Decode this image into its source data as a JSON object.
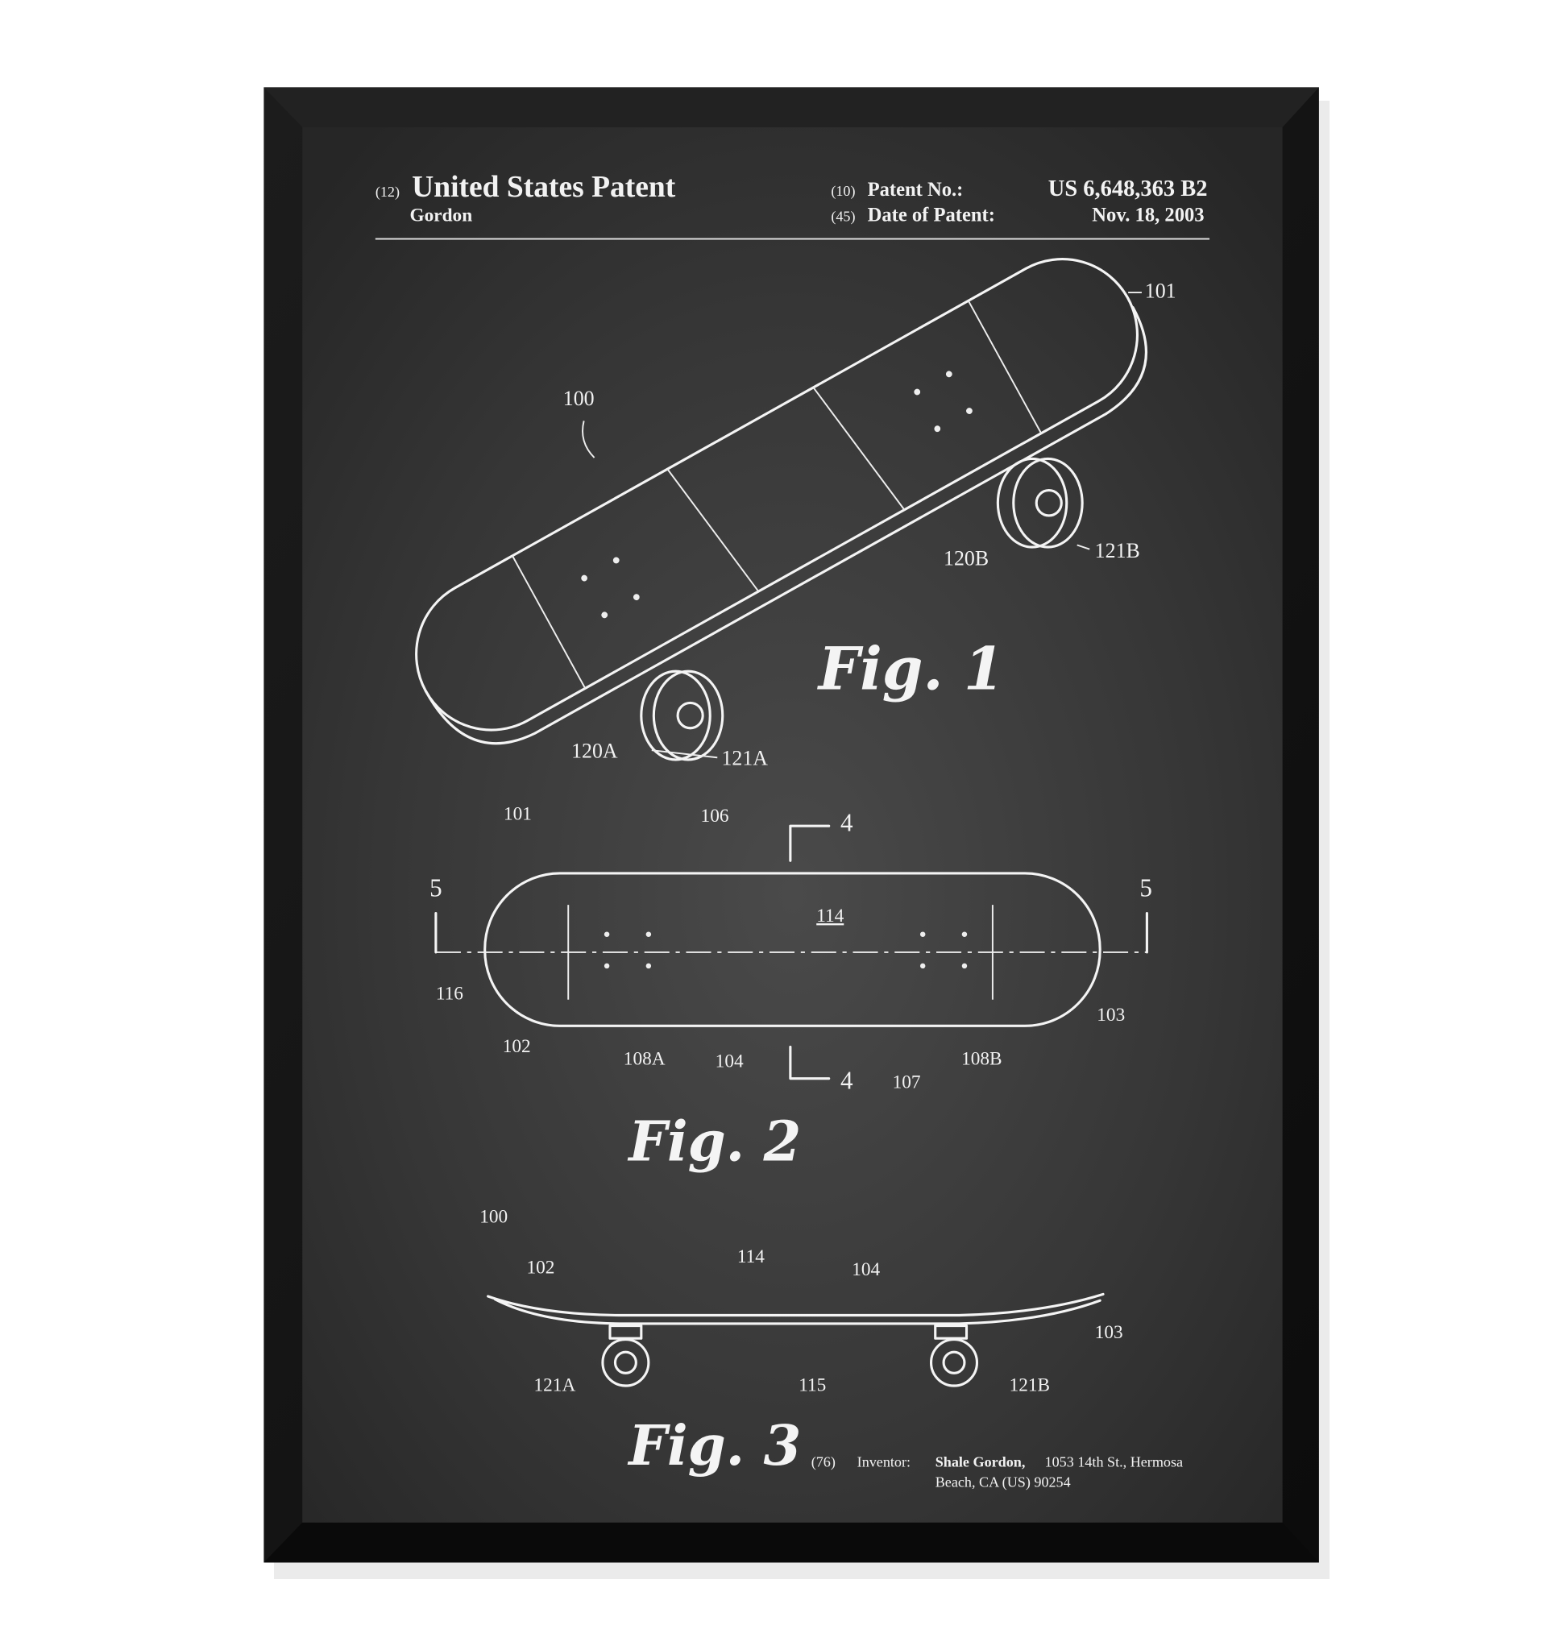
{
  "header": {
    "code_12": "(12)",
    "title": "United States Patent",
    "inventor_short": "Gordon",
    "code_10": "(10)",
    "patent_no_label": "Patent No.:",
    "patent_no": "US 6,648,363 B2",
    "code_45": "(45)",
    "date_label": "Date of Patent:",
    "date": "Nov. 18, 2003"
  },
  "figures": {
    "fig1": {
      "caption": "Fig. 1",
      "labels": [
        "100",
        "101",
        "120B",
        "121B",
        "120A",
        "121A"
      ]
    },
    "fig2": {
      "caption": "Fig. 2",
      "labels": [
        "101",
        "106",
        "4",
        "5",
        "5",
        "114",
        "116",
        "102",
        "108A",
        "104",
        "4",
        "107",
        "108B",
        "103"
      ]
    },
    "fig3": {
      "caption": "Fig. 3",
      "labels": [
        "100",
        "102",
        "114",
        "104",
        "103",
        "121A",
        "115",
        "121B"
      ]
    }
  },
  "inventor": {
    "code": "(76)",
    "label": "Inventor:",
    "name": "Shale Gordon,",
    "address_1": "1053 14th St., Hermosa",
    "address_2": "Beach, CA (US) 90254"
  },
  "colors": {
    "frame": "#151515",
    "board": "#3a3a3a",
    "ink": "#f4f4f4"
  }
}
